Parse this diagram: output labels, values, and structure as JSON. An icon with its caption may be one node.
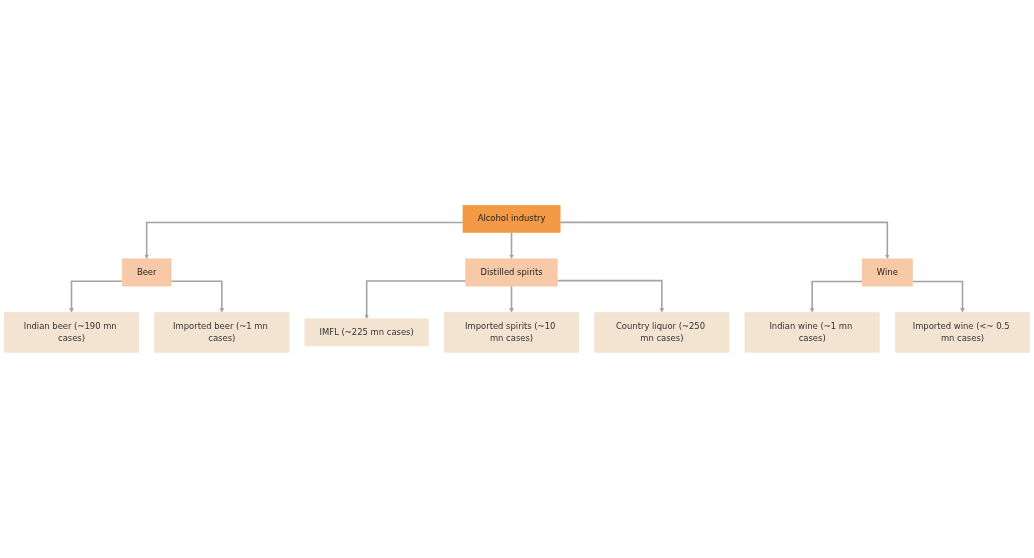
{
  "diagram": {
    "nodes": [
      {
        "text": [
          "Alcohol industry"
        ]
      },
      {
        "text": [
          "Beer"
        ]
      },
      {
        "text": [
          "Distilled spirits"
        ]
      },
      {
        "text": [
          "Wine"
        ]
      },
      {
        "text": [
          "Indian beer (~190 mn cases)"
        ]
      },
      {
        "text": [
          "Imported beer (~1 mn cases)"
        ]
      },
      {
        "text": [
          "IMFL (~225 mn cases)"
        ]
      },
      {
        "text": [
          "Imported spirits (~10 mn cases)"
        ]
      },
      {
        "text": [
          "Country liquor (~250 mn cases)"
        ]
      },
      {
        "text": [
          "Indian wine (~1 mn cases)"
        ]
      },
      {
        "text": [
          "Imported wine (<~ 0.5 mn cases)"
        ]
      }
    ],
    "edges": [
      {
        "from": 0,
        "to": 1,
        "arrow": "to"
      },
      {
        "from": 0,
        "to": 2,
        "arrow": "to"
      },
      {
        "from": 0,
        "to": 3,
        "arrow": "to"
      },
      {
        "from": 1,
        "to": 4,
        "arrow": "to"
      },
      {
        "from": 1,
        "to": 5,
        "arrow": "to"
      },
      {
        "from": 2,
        "to": 6,
        "arrow": "to"
      },
      {
        "from": 2,
        "to": 7,
        "arrow": "to"
      },
      {
        "from": 2,
        "to": 8,
        "arrow": "to"
      },
      {
        "from": 3,
        "to": 9,
        "arrow": "to"
      },
      {
        "from": 3,
        "to": 10,
        "arrow": "to"
      }
    ]
  }
}
